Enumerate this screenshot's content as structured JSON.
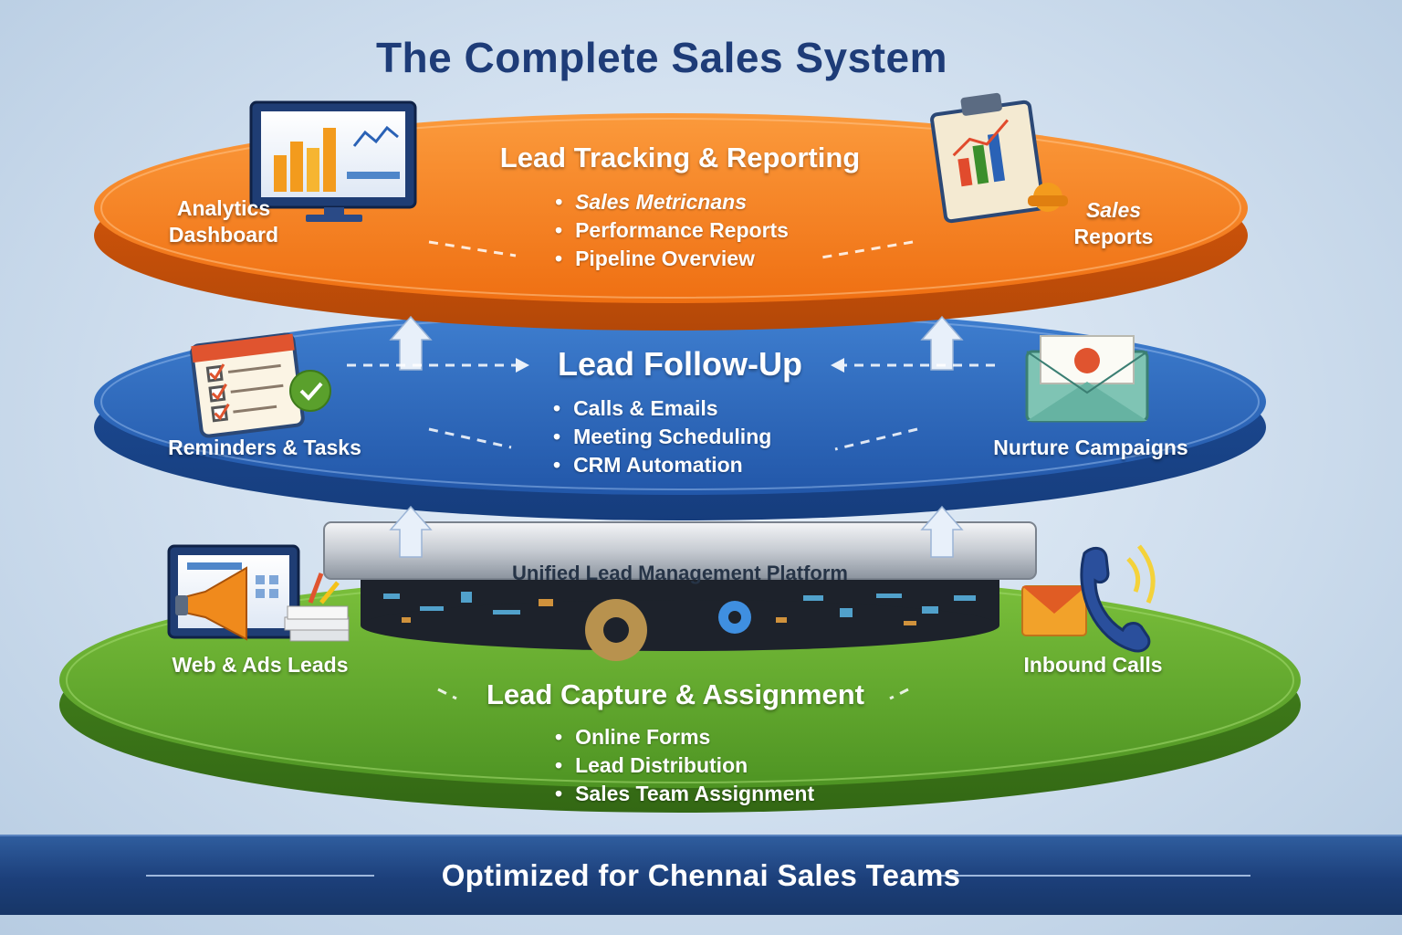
{
  "title": "The Complete Sales System",
  "layers": [
    {
      "title": "Lead Tracking & Reporting",
      "color": "#f07a1c",
      "bullets": [
        "Sales Metricnans",
        "Performance Reports",
        "Pipeline Overview"
      ],
      "left_label": [
        "Analytics",
        "Dashboard"
      ],
      "right_label": [
        "Sales",
        "Reports"
      ],
      "left_icon": "monitor-chart-icon",
      "right_icon": "clipboard-report-icon"
    },
    {
      "title": "Lead Follow-Up",
      "color": "#2a62b6",
      "bullets": [
        "Calls & Emails",
        "Meeting Scheduling",
        "CRM Automation"
      ],
      "left_label": [
        "Reminders & Tasks"
      ],
      "right_label": [
        "Nurture Campaigns"
      ],
      "left_icon": "checklist-calendar-icon",
      "right_icon": "envelope-heart-icon"
    },
    {
      "title": "Lead Capture & Assignment",
      "color": "#5aa02c",
      "bullets": [
        "Online Forms",
        "Lead Distribution",
        "Sales Team Assignment"
      ],
      "left_label": [
        "Web & Ads Leads"
      ],
      "right_label": [
        "Inbound Calls"
      ],
      "left_icon": "megaphone-monitor-icon",
      "right_icon": "phone-envelope-icon"
    }
  ],
  "platform": {
    "label": "Unified Lead Management Platform"
  },
  "footer": {
    "text": "Optimized for Chennai Sales Teams"
  }
}
